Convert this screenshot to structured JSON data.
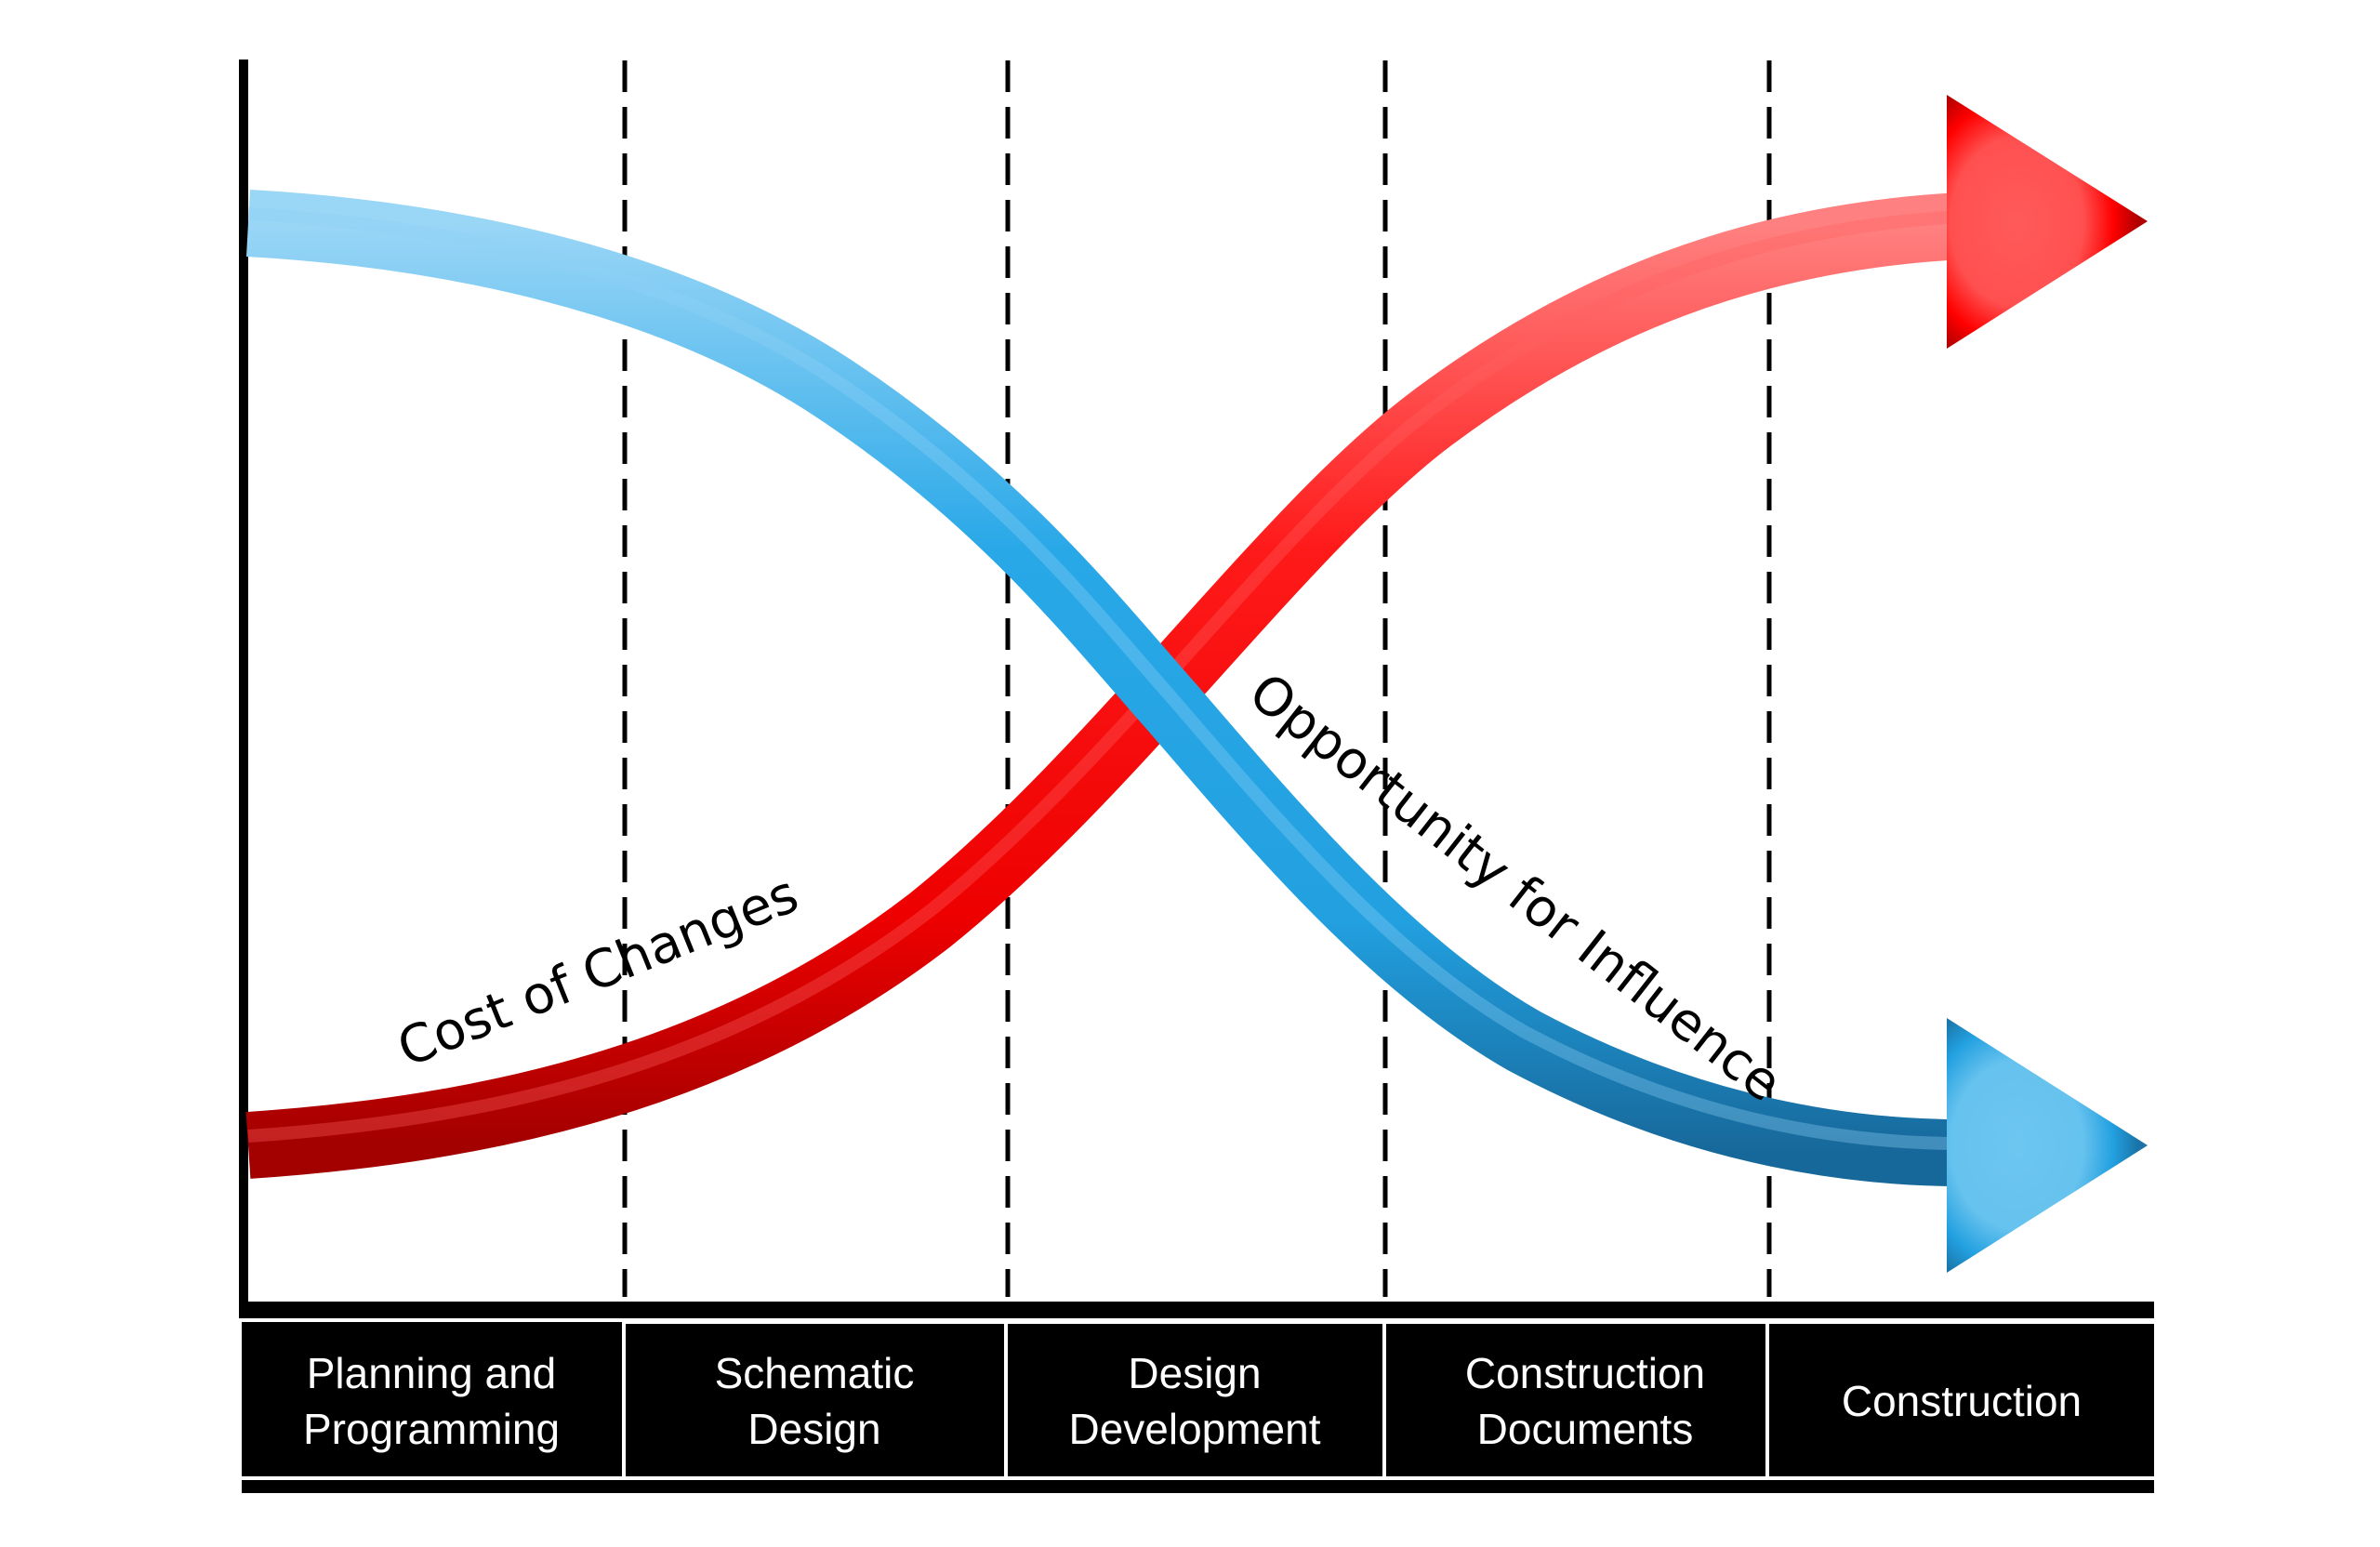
{
  "diagram": {
    "type": "macleamy-curve",
    "phases": [
      {
        "lines": [
          "Planning and",
          "Programming"
        ]
      },
      {
        "lines": [
          "Schematic",
          "Design"
        ]
      },
      {
        "lines": [
          "Design",
          "Development"
        ]
      },
      {
        "lines": [
          "Construction",
          "Documents"
        ]
      },
      {
        "lines": [
          "Construction"
        ]
      }
    ],
    "curves": [
      {
        "id": "cost-of-changes",
        "label": "Cost of Changes",
        "color": "#ff1a1a",
        "color_dark": "#a30000",
        "color_light": "#ff7a7a",
        "trend": "increasing",
        "relative_levels": [
          0.11,
          0.17,
          0.36,
          0.63,
          0.86,
          0.92
        ]
      },
      {
        "id": "opportunity-for-influence",
        "label": "Opportunity for Influence",
        "color": "#29a8e8",
        "color_dark": "#17689a",
        "color_light": "#8fd2f5",
        "trend": "decreasing",
        "relative_levels": [
          0.88,
          0.82,
          0.62,
          0.36,
          0.14,
          0.08
        ]
      }
    ],
    "colors": {
      "axis": "#000000",
      "phase_box": "#000000",
      "phase_text": "#ffffff",
      "divider": "#000000",
      "background": "#ffffff"
    }
  }
}
